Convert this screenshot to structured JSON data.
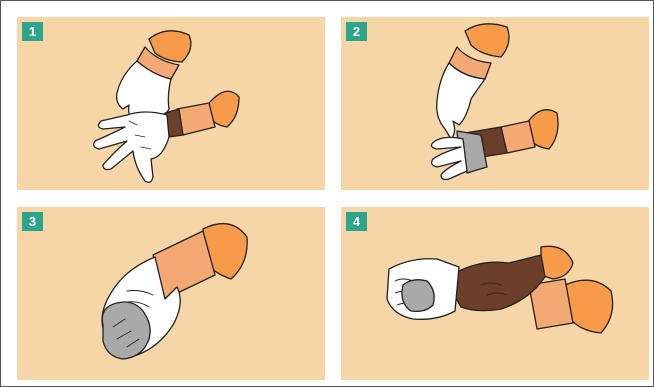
{
  "steps": [
    {
      "number": "1"
    },
    {
      "number": "2"
    },
    {
      "number": "3"
    },
    {
      "number": "4"
    }
  ],
  "colors": {
    "panel_bg": "#f6d6a7",
    "badge": "#2ca58a",
    "sleeve": "#f79a4a",
    "cuff": "#f4a873",
    "glove": "#ffffff",
    "skin": "#6b3f2a",
    "inverted_glove": "#a9a9a9",
    "outline": "#222222"
  }
}
